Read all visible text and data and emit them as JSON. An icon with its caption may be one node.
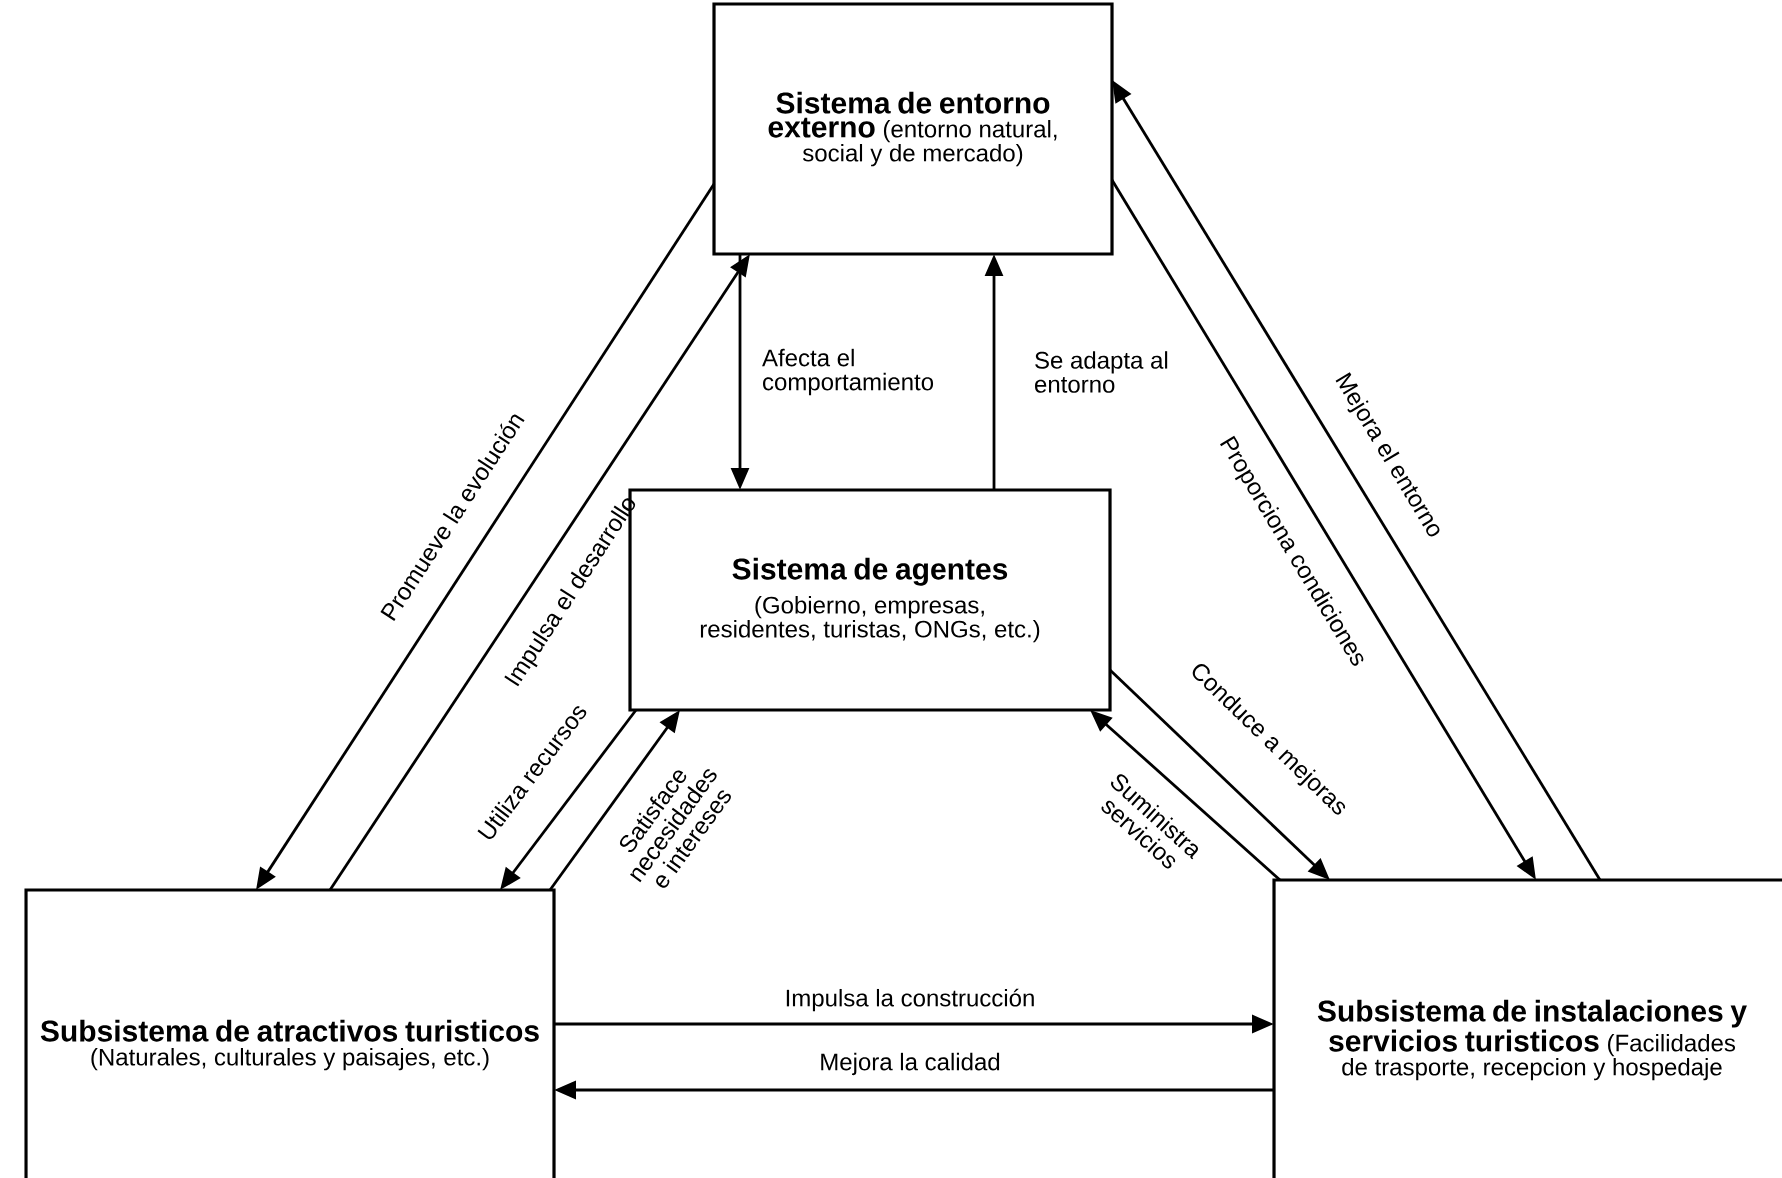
{
  "diagram": {
    "nodes": [
      {
        "text": [
          "Sistema de entorno externo",
          "(entorno natural, social y de mercado)"
        ]
      },
      {
        "text": [
          "Sistema de agentes",
          "(Gobierno, empresas, residentes, turistas, ONGs, etc.)"
        ]
      },
      {
        "text": [
          "Subsistema de atractivos turisticos",
          "(Naturales, culturales y paisajes, etc.)"
        ]
      },
      {
        "text": [
          "Subsistema de instalaciones y servicios turisticos",
          "(Facilidades de trasporte, recepcion y hospedaje"
        ]
      }
    ],
    "edges": [
      {
        "from": 0,
        "to": 2,
        "arrow": "to",
        "label": "Promueve la evolución"
      },
      {
        "from": 2,
        "to": 0,
        "arrow": "to",
        "label": "Impulsa el desarrollo"
      },
      {
        "from": 0,
        "to": 1,
        "arrow": "to",
        "label": "Afecta el comportamiento"
      },
      {
        "from": 1,
        "to": 0,
        "arrow": "to",
        "label": "Se adapta al entorno"
      },
      {
        "from": 3,
        "to": 0,
        "arrow": "to",
        "label": "Mejora el entorno"
      },
      {
        "from": 0,
        "to": 3,
        "arrow": "to",
        "label": "Proporciona condiciones"
      },
      {
        "from": 1,
        "to": 2,
        "arrow": "to",
        "label": "Utiliza recursos"
      },
      {
        "from": 2,
        "to": 1,
        "arrow": "to",
        "label": "Satisface necesidades e intereses"
      },
      {
        "from": 3,
        "to": 1,
        "arrow": "to",
        "label": "Suministra servicios"
      },
      {
        "from": 1,
        "to": 3,
        "arrow": "to",
        "label": "Conduce a mejoras"
      },
      {
        "from": 2,
        "to": 3,
        "arrow": "to",
        "label": "Impulsa la construcción"
      },
      {
        "from": 3,
        "to": 2,
        "arrow": "to",
        "label": "Mejora la calidad"
      }
    ]
  }
}
